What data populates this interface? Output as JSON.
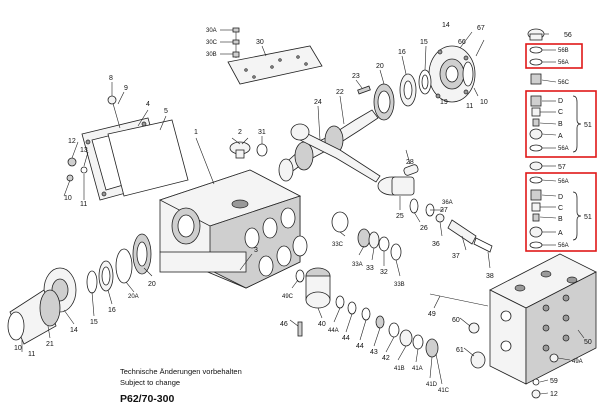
{
  "footer": {
    "note_de": "Technische Änderungen vorbehalten",
    "note_en": "Subject to change",
    "model": "P62/70-300"
  },
  "highlight_color": "#e01818",
  "labels": {
    "l30A": "30A",
    "l30C": "30C",
    "l30B": "30B",
    "l30": "30",
    "l14a": "14",
    "l67": "67",
    "l56": "56",
    "l56B": "56B",
    "l56A_top": "56A",
    "l66": "66",
    "l15a": "15",
    "l16a": "16",
    "l20a": "20",
    "l23": "23",
    "l22": "22",
    "l24": "24",
    "l8": "8",
    "l9": "9",
    "l4": "4",
    "l5": "5",
    "l1": "1",
    "l2": "2",
    "l31": "31",
    "l19": "19",
    "l10a": "10",
    "l11a": "11",
    "l56C": "56C",
    "l12": "12",
    "l13": "13",
    "l10b": "10",
    "l11b": "11",
    "D1": "D",
    "C1": "C",
    "B1": "B",
    "A1": "A",
    "l56A_g1": "56A",
    "l51a": "51",
    "l57": "57",
    "l28": "28",
    "l3": "3",
    "l56A_g2a": "56A",
    "D2": "D",
    "C2": "C",
    "B2": "B",
    "A2": "A",
    "l56A_g2b": "56A",
    "l51b": "51",
    "l26": "26",
    "l27": "27",
    "l25": "25",
    "l36A": "36A",
    "l36": "36",
    "l37": "37",
    "l38": "38",
    "l33C": "33C",
    "l33A": "33A",
    "l33": "33",
    "l32": "32",
    "l33B": "33B",
    "l20b": "20",
    "l20A": "20A",
    "l16b": "16",
    "l15b": "15",
    "l14b": "14",
    "l21": "21",
    "l10c": "10",
    "l11c": "11",
    "l49C": "49C",
    "l46": "46",
    "l40": "40",
    "l44A": "44A",
    "l44a": "44",
    "l44b": "44",
    "l43": "43",
    "l42": "42",
    "l41B": "41B",
    "l41A": "41A",
    "l41D": "41D",
    "l41C": "41C",
    "l49": "49",
    "l60": "60",
    "l61": "61",
    "l50": "50",
    "l49A": "49A",
    "l59": "59",
    "l12b": "12"
  }
}
